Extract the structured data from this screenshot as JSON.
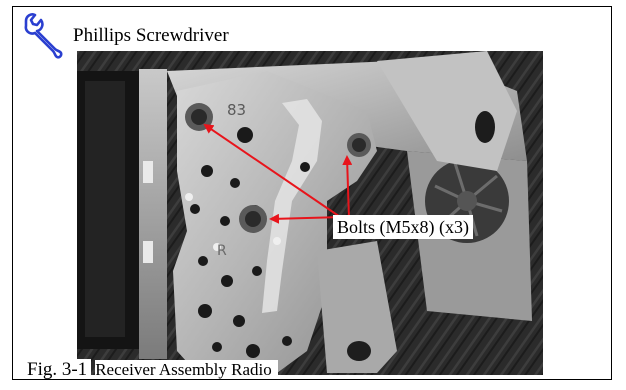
{
  "tool": {
    "icon": "wrench-icon",
    "label": "Phillips Screwdriver"
  },
  "callout": {
    "text": "Bolts (M5x8) (x3)",
    "arrow_color": "#e8141b"
  },
  "caption": {
    "figure": "Fig. 3-1",
    "title": "Receiver Assembly Radio"
  },
  "photo": {
    "stamp": "83",
    "letter": "R"
  },
  "colors": {
    "icon": "#2a3fd0",
    "arrow": "#e8141b"
  }
}
